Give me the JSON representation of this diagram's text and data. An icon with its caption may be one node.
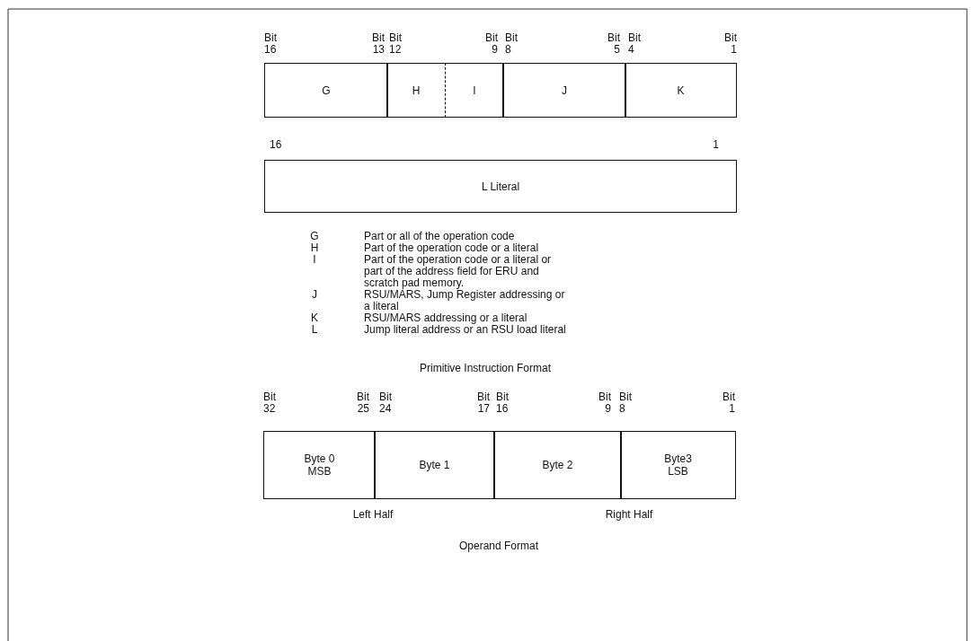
{
  "diagram": {
    "nodes": [
      {
        "text": [
          "G"
        ]
      },
      {
        "text": [
          "H"
        ]
      },
      {
        "text": [
          "I"
        ]
      },
      {
        "text": [
          "J"
        ]
      },
      {
        "text": [
          "K"
        ]
      },
      {
        "text": [
          "L Literal"
        ]
      },
      {
        "text": [
          "Byte 0 MSB"
        ]
      },
      {
        "text": [
          "Byte 1"
        ]
      },
      {
        "text": [
          "Byte 2"
        ]
      },
      {
        "text": [
          "Byte3 LSB"
        ]
      }
    ],
    "labels": [
      "Bit 16",
      "Bit 13",
      "Bit 12",
      "Bit 9",
      "Bit 8",
      "Bit 5",
      "Bit 4",
      "Bit 1",
      "16",
      "1",
      "G",
      "Part or all of the operation code",
      "H",
      "Part of the operation code or a literal",
      "I",
      "Part of the operation code or a literal or part of the address field for ERU and scratch pad memory.",
      "J",
      "RSU/MARS, Jump Register addressing or a literal",
      "K",
      "RSU/MARS addressing or a literal",
      "L",
      "Jump literal address or an RSU load literal",
      "Primitive Instruction Format",
      "Bit 32",
      "Bit 25",
      "Bit 24",
      "Bit 17",
      "Bit 16",
      "Bit 9",
      "Bit 8",
      "Bit 1",
      "Left Half",
      "Right Half",
      "Operand Format"
    ]
  }
}
